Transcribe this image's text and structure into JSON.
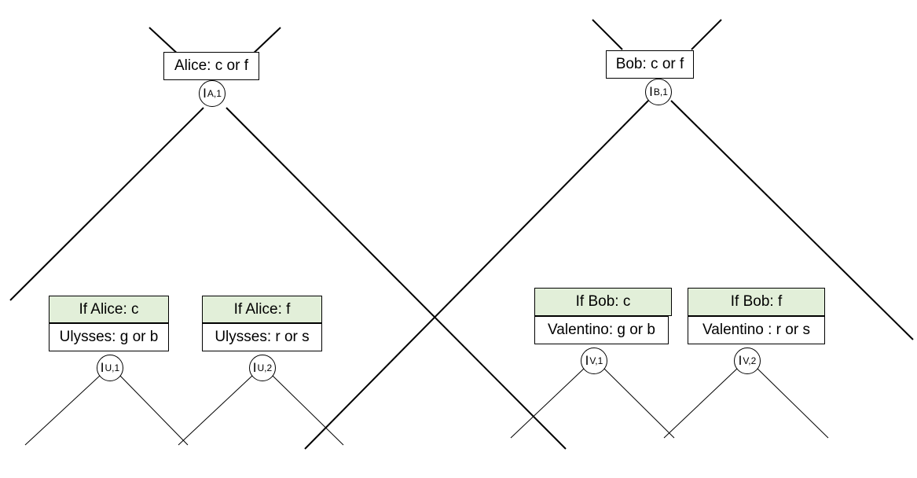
{
  "alice_box": "Alice: c or f",
  "bob_box": "Bob: c or f",
  "nodes": {
    "ia1": {
      "letter": "I",
      "sub": "A,1"
    },
    "ib1": {
      "letter": "I",
      "sub": "B,1"
    },
    "iu1": {
      "letter": "I",
      "sub": "U,1"
    },
    "iu2": {
      "letter": "I",
      "sub": "U,2"
    },
    "iv1": {
      "letter": "I",
      "sub": "V,1"
    },
    "iv2": {
      "letter": "I",
      "sub": "V,2"
    }
  },
  "conditions": {
    "if_alice_c": "If Alice: c",
    "if_alice_f": "If Alice: f",
    "if_bob_c": "If Bob: c",
    "if_bob_f": "If Bob: f"
  },
  "actions": {
    "ulysses_gb": "Ulysses: g or b",
    "ulysses_rs": "Ulysses: r or s",
    "valentino_gb": "Valentino: g or b",
    "valentino_rs": "Valentino : r or s"
  },
  "colors": {
    "condition_fill": "#e2efd9",
    "line": "#000000"
  }
}
